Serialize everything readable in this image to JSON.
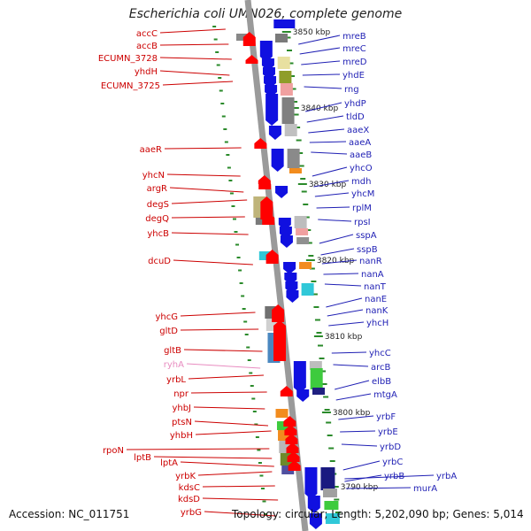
{
  "title": "Escherichia coli UMN026, complete genome",
  "footer": {
    "accession": "Accession: NC_011751",
    "summary": "Topology: circular; Length: 5,202,090 bp; Genes: 5,014"
  },
  "colors": {
    "left_label": "#cc0000",
    "left_label_rna": "#e88cc0",
    "right_label": "#1f1fb4",
    "forward_feature": "#ff0000",
    "reverse_feature": "#1010e0",
    "backbone": "#9a9a9a",
    "tick": "#2a8a2a"
  },
  "scale": [
    {
      "label": "3850 kbp"
    },
    {
      "label": "3840 kbp"
    },
    {
      "label": "3830 kbp"
    },
    {
      "label": "3820 kbp"
    },
    {
      "label": "3810 kbp"
    },
    {
      "label": "3800 kbp"
    },
    {
      "label": "3790 kbp"
    }
  ],
  "left_genes": [
    {
      "name": "accC"
    },
    {
      "name": "accB"
    },
    {
      "name": "ECUMN_3728"
    },
    {
      "name": "yhdH"
    },
    {
      "name": "ECUMN_3725"
    },
    {
      "name": "aaeR"
    },
    {
      "name": "yhcN"
    },
    {
      "name": "argR"
    },
    {
      "name": "degS"
    },
    {
      "name": "degQ"
    },
    {
      "name": "yhcB"
    },
    {
      "name": "dcuD"
    },
    {
      "name": "yhcG"
    },
    {
      "name": "gltD"
    },
    {
      "name": "gltB"
    },
    {
      "name": "ryhA",
      "rna": true
    },
    {
      "name": "yrbL"
    },
    {
      "name": "npr"
    },
    {
      "name": "yhbJ"
    },
    {
      "name": "ptsN"
    },
    {
      "name": "yhbH"
    },
    {
      "name": "rpoN"
    },
    {
      "name": "lptB"
    },
    {
      "name": "lptA"
    },
    {
      "name": "yrbK"
    },
    {
      "name": "kdsC"
    },
    {
      "name": "kdsD"
    },
    {
      "name": "yrbG"
    }
  ],
  "right_genes": [
    {
      "name": "mreB"
    },
    {
      "name": "mreC"
    },
    {
      "name": "mreD"
    },
    {
      "name": "yhdE"
    },
    {
      "name": "rng"
    },
    {
      "name": "yhdP"
    },
    {
      "name": "tldD"
    },
    {
      "name": "aaeX"
    },
    {
      "name": "aaeA"
    },
    {
      "name": "aaeB"
    },
    {
      "name": "yhcO"
    },
    {
      "name": "mdh"
    },
    {
      "name": "yhcM"
    },
    {
      "name": "rplM"
    },
    {
      "name": "rpsI"
    },
    {
      "name": "sspA"
    },
    {
      "name": "sspB"
    },
    {
      "name": "nanR"
    },
    {
      "name": "nanA"
    },
    {
      "name": "nanT"
    },
    {
      "name": "nanE"
    },
    {
      "name": "nanK"
    },
    {
      "name": "yhcH"
    },
    {
      "name": "yhcC"
    },
    {
      "name": "arcB"
    },
    {
      "name": "elbB"
    },
    {
      "name": "mtgA"
    },
    {
      "name": "yrbF"
    },
    {
      "name": "yrbE"
    },
    {
      "name": "yrbD"
    },
    {
      "name": "yrbC"
    },
    {
      "name": "yrbB"
    },
    {
      "name": "yrbA"
    },
    {
      "name": "murA"
    }
  ]
}
